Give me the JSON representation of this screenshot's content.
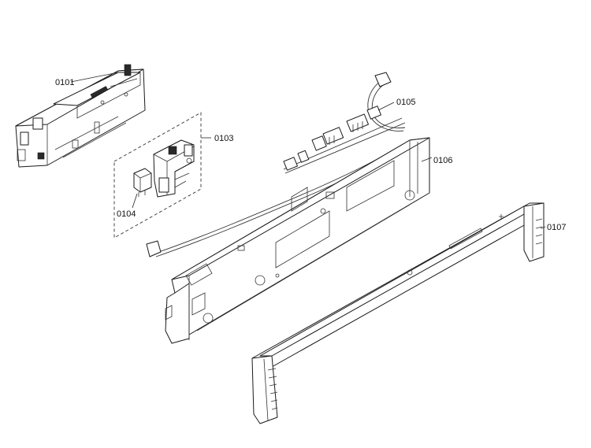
{
  "diagram": {
    "callouts": [
      {
        "id": "p0101",
        "label": "0101"
      },
      {
        "id": "p0103",
        "label": "0103"
      },
      {
        "id": "p0104",
        "label": "0104"
      },
      {
        "id": "p0105",
        "label": "0105"
      },
      {
        "id": "p0106",
        "label": "0106"
      },
      {
        "id": "p0107",
        "label": "0107"
      }
    ]
  }
}
